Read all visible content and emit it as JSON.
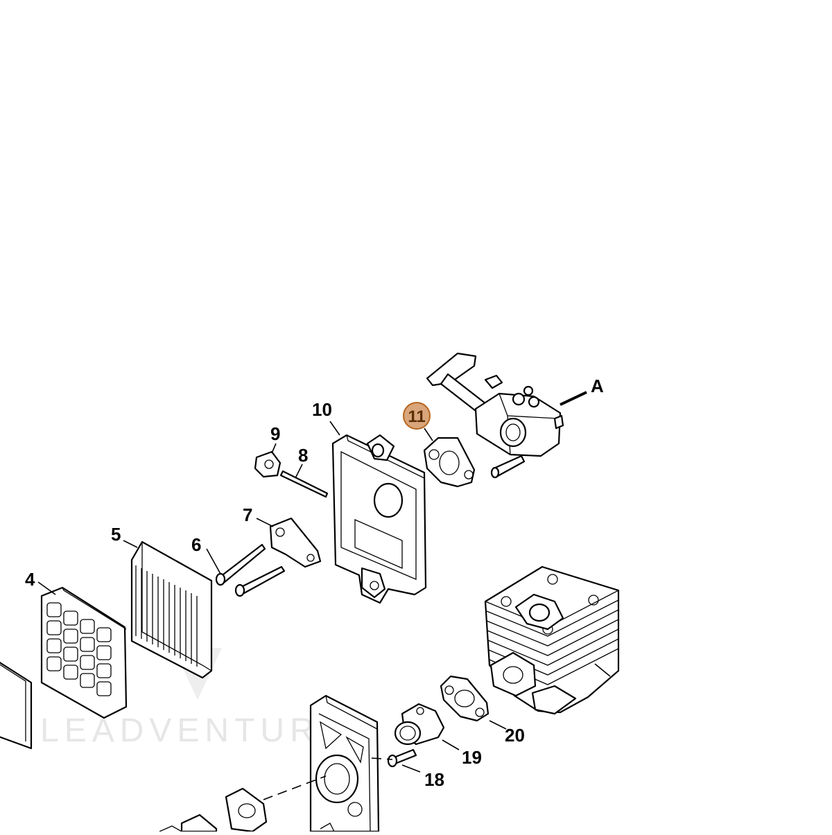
{
  "diagram": {
    "highlight_color": "#d9a57a",
    "highlight_stroke": "#b5651d",
    "watermark": "LEADVENTURE",
    "callout_highlighted": "11",
    "labels": {
      "A": "A",
      "p4": "4",
      "p5": "5",
      "p6": "6",
      "p7": "7",
      "p8": "8",
      "p9": "9",
      "p10": "10",
      "p18": "18",
      "p19": "19",
      "p20": "20"
    },
    "parts": [
      {
        "id": "4",
        "name": "air-filter-cover-grid"
      },
      {
        "id": "5",
        "name": "air-filter-element"
      },
      {
        "id": "6",
        "name": "screws"
      },
      {
        "id": "7",
        "name": "bracket"
      },
      {
        "id": "8",
        "name": "rod"
      },
      {
        "id": "9",
        "name": "fitting"
      },
      {
        "id": "10",
        "name": "filter-base"
      },
      {
        "id": "11",
        "name": "gasket"
      },
      {
        "id": "18",
        "name": "screw"
      },
      {
        "id": "19",
        "name": "intake-manifold"
      },
      {
        "id": "20",
        "name": "gasket"
      },
      {
        "id": "A",
        "name": "carburetor"
      }
    ]
  }
}
